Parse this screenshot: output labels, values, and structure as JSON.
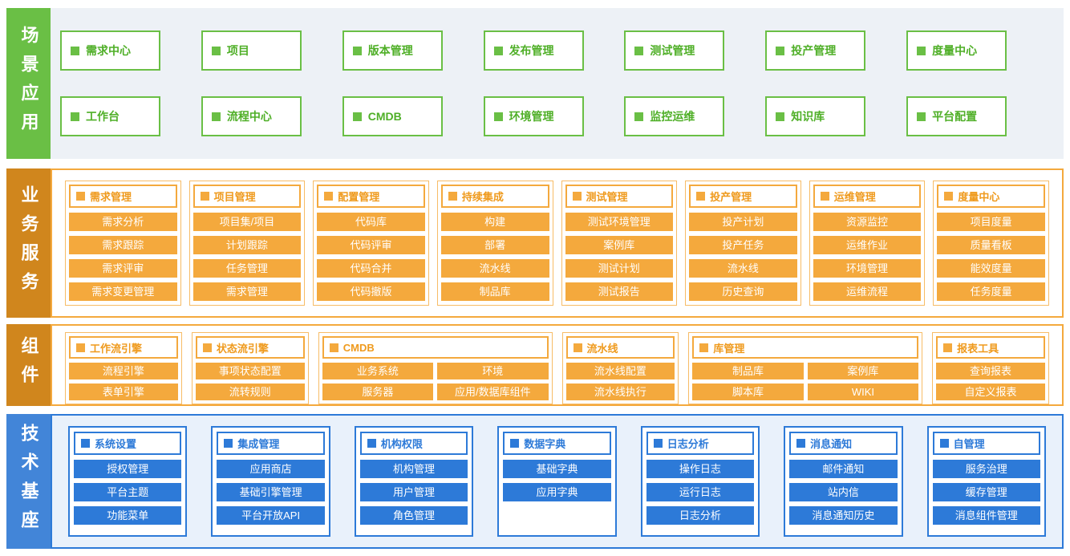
{
  "colors": {
    "green": "#6abf45",
    "orange": "#f4a93d",
    "orange_label": "#d0861d",
    "blue": "#2d7ad8",
    "blue_label": "#4285d8",
    "scene_bg": "#edf1f6",
    "tech_bg": "#e9f1fb"
  },
  "sections": [
    {
      "label": "场景应用",
      "boxes": [
        [
          "需求中心",
          "项目",
          "版本管理",
          "发布管理",
          "测试管理",
          "投产管理",
          "度量中心"
        ],
        [
          "工作台",
          "流程中心",
          "CMDB",
          "环境管理",
          "监控运维",
          "知识库",
          "平台配置"
        ]
      ]
    },
    {
      "label": "业务服务",
      "groups": [
        {
          "title": "需求管理",
          "items": [
            "需求分析",
            "需求跟踪",
            "需求评审",
            "需求变更管理"
          ]
        },
        {
          "title": "项目管理",
          "items": [
            "项目集/项目",
            "计划跟踪",
            "任务管理",
            "需求管理"
          ]
        },
        {
          "title": "配置管理",
          "items": [
            "代码库",
            "代码评审",
            "代码合并",
            "代码撤版"
          ]
        },
        {
          "title": "持续集成",
          "items": [
            "构建",
            "部署",
            "流水线",
            "制品库"
          ]
        },
        {
          "title": "测试管理",
          "items": [
            "测试环境管理",
            "案例库",
            "测试计划",
            "测试报告"
          ]
        },
        {
          "title": "投产管理",
          "items": [
            "投产计划",
            "投产任务",
            "流水线",
            "历史查询"
          ]
        },
        {
          "title": "运维管理",
          "items": [
            "资源监控",
            "运维作业",
            "环境管理",
            "运维流程"
          ]
        },
        {
          "title": "度量中心",
          "items": [
            "项目度量",
            "质量看板",
            "能效度量",
            "任务度量"
          ]
        }
      ]
    },
    {
      "label": "组件",
      "groups": [
        {
          "title": "工作流引擎",
          "items": [
            "流程引擎",
            "表单引擎"
          ]
        },
        {
          "title": "状态流引擎",
          "items": [
            "事项状态配置",
            "流转规则"
          ]
        },
        {
          "title": "CMDB",
          "items": [
            "业务系统",
            "环境",
            "服务器",
            "应用/数据库组件"
          ]
        },
        {
          "title": "流水线",
          "items": [
            "流水线配置",
            "流水线执行"
          ]
        },
        {
          "title": "库管理",
          "items": [
            "制品库",
            "案例库",
            "脚本库",
            "WIKI"
          ]
        },
        {
          "title": "报表工具",
          "items": [
            "查询报表",
            "自定义报表"
          ]
        }
      ]
    },
    {
      "label": "技术基座",
      "groups": [
        {
          "title": "系统设置",
          "items": [
            "授权管理",
            "平台主题",
            "功能菜单"
          ]
        },
        {
          "title": "集成管理",
          "items": [
            "应用商店",
            "基础引擎管理",
            "平台开放API"
          ]
        },
        {
          "title": "机构权限",
          "items": [
            "机构管理",
            "用户管理",
            "角色管理"
          ]
        },
        {
          "title": "数据字典",
          "items": [
            "基础字典",
            "应用字典"
          ]
        },
        {
          "title": "日志分析",
          "items": [
            "操作日志",
            "运行日志",
            "日志分析"
          ]
        },
        {
          "title": "消息通知",
          "items": [
            "邮件通知",
            "站内信",
            "消息通知历史"
          ]
        },
        {
          "title": "自管理",
          "items": [
            "服务治理",
            "缓存管理",
            "消息组件管理"
          ]
        }
      ]
    }
  ]
}
